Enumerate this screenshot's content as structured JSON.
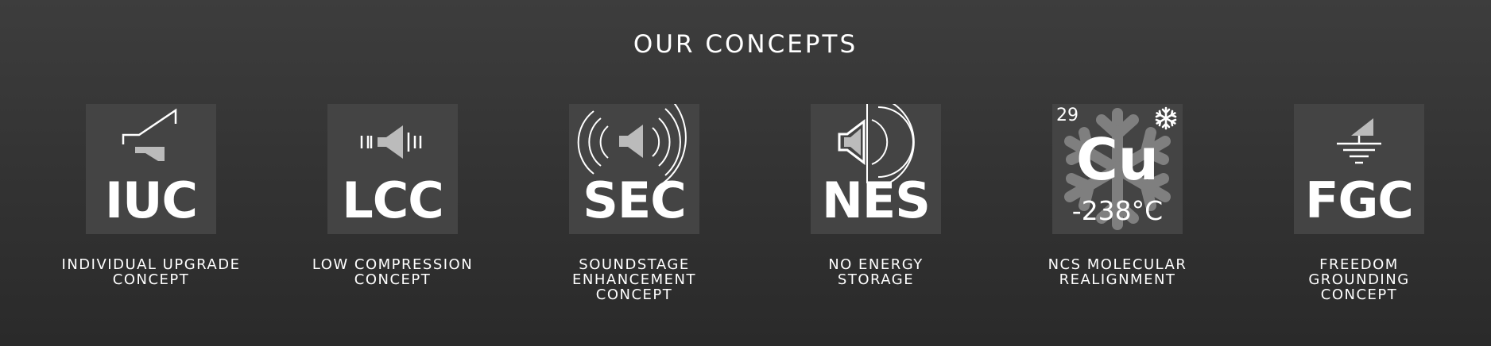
{
  "section": {
    "title": "OUR CONCEPTS"
  },
  "colors": {
    "tile_background": "#444444",
    "icon_gray": "#bbbbbb",
    "text": "#ffffff"
  },
  "concepts": [
    {
      "acronym": "IUC",
      "caption_lines": [
        "INDIVIDUAL UPGRADE",
        "CONCEPT"
      ],
      "icon": "upgrade-ramp-icon"
    },
    {
      "acronym": "LCC",
      "caption_lines": [
        "LOW COMPRESSION",
        "CONCEPT"
      ],
      "icon": "speaker-ticks-icon"
    },
    {
      "acronym": "SEC",
      "caption_lines": [
        "SOUNDSTAGE",
        "ENHANCEMENT",
        "CONCEPT"
      ],
      "icon": "speaker-waves-icon"
    },
    {
      "acronym": "NES",
      "caption_lines": [
        "NO ENERGY",
        "STORAGE"
      ],
      "icon": "speaker-outline-icon"
    },
    {
      "element": {
        "number": "29",
        "symbol": "Cu",
        "temperature": "-238°C"
      },
      "caption_lines": [
        "NCS MOLECULAR",
        "REALIGNMENT"
      ],
      "icon": "snowflake-icon"
    },
    {
      "acronym": "FGC",
      "caption_lines": [
        "FREEDOM",
        "GROUNDING",
        "CONCEPT"
      ],
      "icon": "ground-icon"
    }
  ]
}
